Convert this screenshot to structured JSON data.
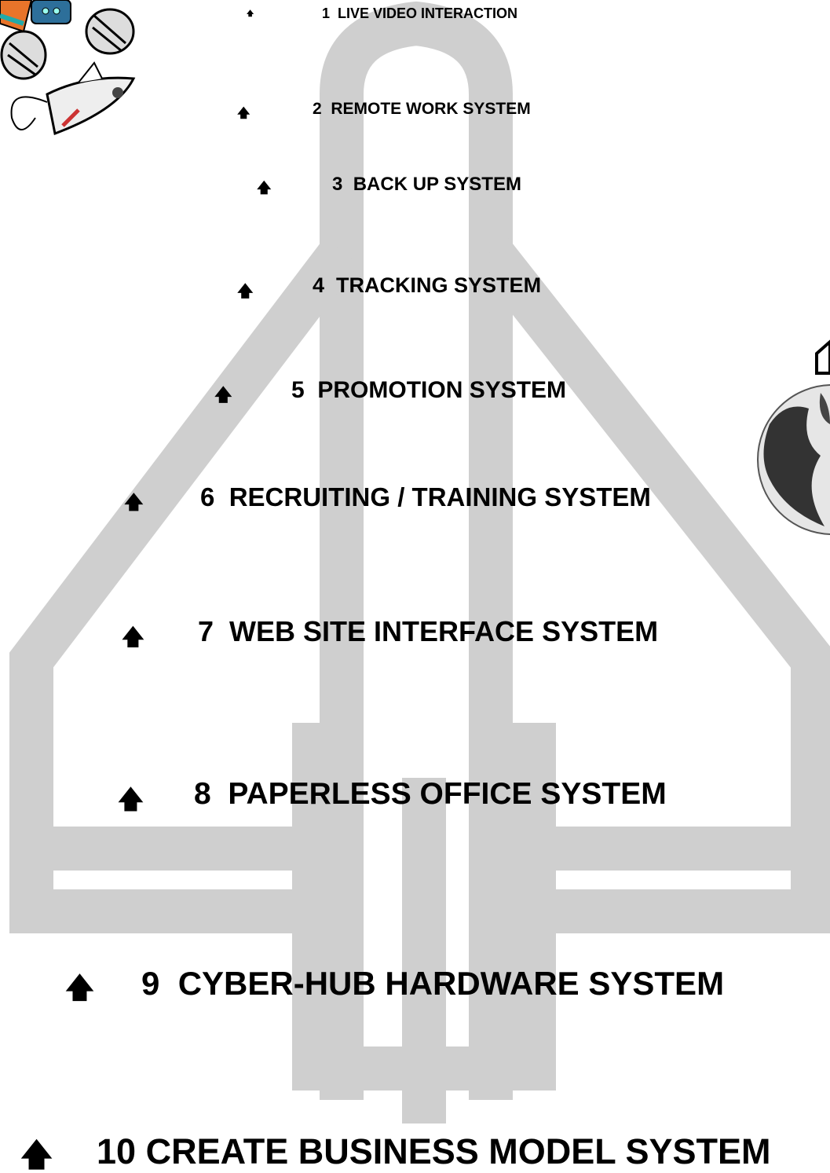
{
  "steps": [
    {
      "number": "1",
      "title": "LIVE VIDEO INTERACTION",
      "icon": "up-arrow-icon"
    },
    {
      "number": "2",
      "title": "REMOTE WORK SYSTEM",
      "icon": "up-arrow-icon"
    },
    {
      "number": "3",
      "title": "BACK UP SYSTEM",
      "icon": "up-arrow-icon"
    },
    {
      "number": "4",
      "title": "TRACKING SYSTEM",
      "icon": "up-arrow-icon"
    },
    {
      "number": "5",
      "title": "PROMOTION SYSTEM",
      "icon": "up-arrow-icon"
    },
    {
      "number": "6",
      "title": "RECRUITING / TRAINING SYSTEM",
      "icon": "up-arrow-icon"
    },
    {
      "number": "7",
      "title": "WEB SITE INTERFACE SYSTEM",
      "icon": "up-arrow-icon"
    },
    {
      "number": "8",
      "title": "PAPERLESS OFFICE SYSTEM",
      "icon": "up-arrow-icon"
    },
    {
      "number": "9",
      "title": "CYBER-HUB HARDWARE SYSTEM",
      "icon": "up-arrow-icon"
    },
    {
      "number": "10",
      "title": "CREATE BUSINESS MODEL SYSTEM",
      "icon": "up-arrow-icon"
    }
  ],
  "arrow_glyph": "🡅",
  "colors": {
    "rocket_outline": "#cfcfcf",
    "text": "#000000",
    "globe_dark": "#333333",
    "globe_light": "#e6e6e6"
  },
  "clipart": {
    "top_left": "robot-astronaut-with-spaceship-icon",
    "right": "globe-icon"
  }
}
